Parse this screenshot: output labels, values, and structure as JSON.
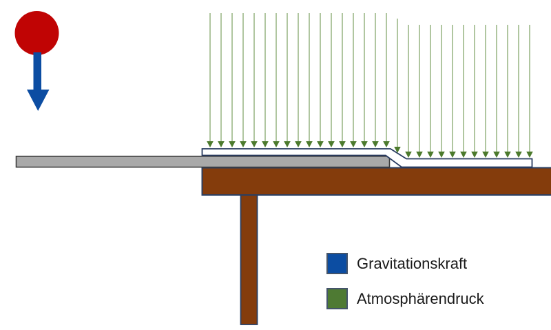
{
  "legend": {
    "items": [
      {
        "id": "gravitationskraft",
        "label": "Gravitationskraft",
        "swatch_color": "#0c4da2",
        "swatch_border": "#44546a"
      },
      {
        "id": "atmosphaerendruck",
        "label": "Atmosphärendruck",
        "swatch_color": "#4e7a33",
        "swatch_border": "#44546a"
      }
    ]
  },
  "diagram": {
    "ball": {
      "color": "#c00404"
    },
    "gravity_arrow": {
      "color": "#0c4da2"
    },
    "pressure_arrows": {
      "shaft_color": "#a3bc90",
      "head_color": "#4c7a2d",
      "count": 30
    },
    "ruler": {
      "fill": "#a9a9a9",
      "border": "#3c3c3c"
    },
    "paper": {
      "fill": "#ffffff",
      "border": "#26395f"
    },
    "table": {
      "fill": "#843c0c",
      "border": "#2b3f62"
    }
  }
}
